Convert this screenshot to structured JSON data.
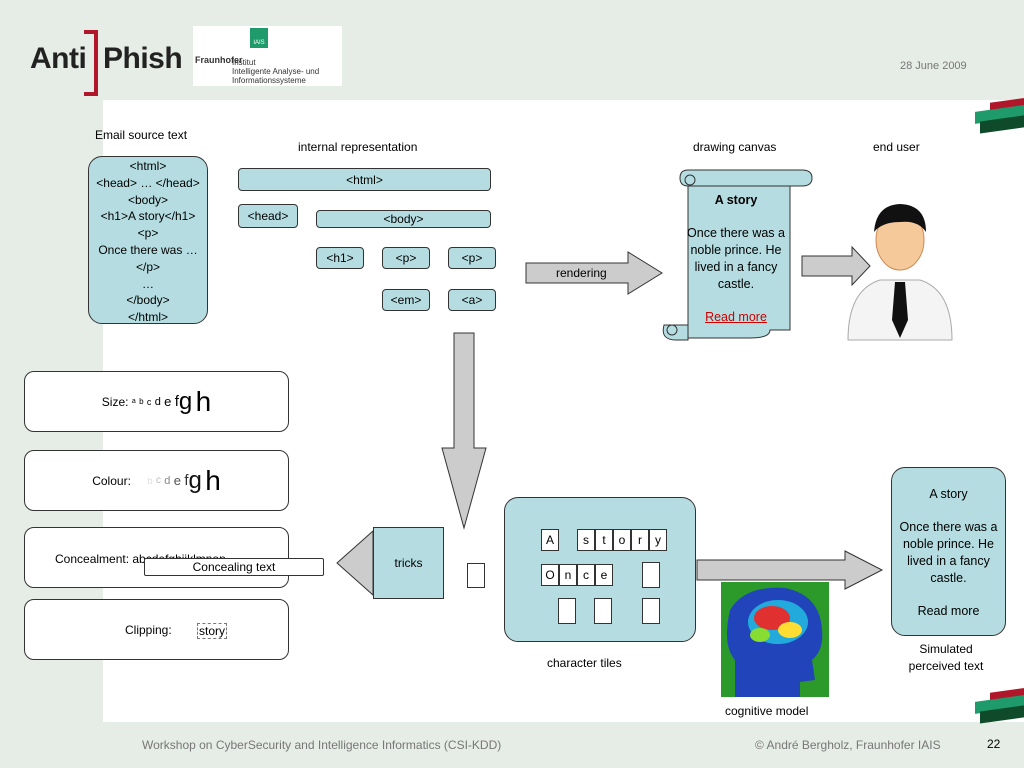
{
  "header": {
    "logo_anti": "Anti",
    "logo_phish": "Phish",
    "fraunhofer_name": "Fraunhofer",
    "fraunhofer_iais": "IAIS",
    "fraunhofer_line1": "Institut",
    "fraunhofer_line2": "Intelligente Analyse- und",
    "fraunhofer_line3": "Informationssysteme",
    "date": "28 June 2009"
  },
  "colors": {
    "teal_fill": "#b5dde1",
    "arrow_gray": "#cccccc",
    "accent_red": "#b0172b",
    "accent_green": "#1f9a6a"
  },
  "email_source": {
    "label": "Email source text",
    "lines": [
      "<html>",
      "<head> … </head>",
      "<body>",
      "<h1>A story</h1>",
      "<p>",
      "Once there was …",
      "</p>",
      "…",
      "</body>",
      "</html>"
    ]
  },
  "internal": {
    "label": "internal representation",
    "html": "<html>",
    "head": "<head>",
    "body": "<body>",
    "h1": "<h1>",
    "p1": "<p>",
    "p2": "<p>",
    "em": "<em>",
    "a": "<a>"
  },
  "rendering_label": "rendering",
  "canvas": {
    "label": "drawing canvas",
    "title": "A story",
    "text": "Once there was a noble prince. He lived in a fancy castle.",
    "link": "Read more"
  },
  "end_user_label": "end user",
  "tricks": {
    "label": "tricks",
    "size_label": "Size:",
    "size_chars": [
      "a",
      "b",
      "c",
      "d",
      "e",
      "f",
      "g",
      "h"
    ],
    "colour_label": "Colour:",
    "colour_chars": [
      "b",
      "c",
      "d",
      "e",
      "f",
      "g",
      "h"
    ],
    "concealment_label": "Concealment: abcdefghijklmnop",
    "concealing_text": "Concealing text",
    "clipping_label": "Clipping:",
    "clipping_text": "story"
  },
  "tiles": {
    "label": "character tiles",
    "row1": [
      "A",
      "s",
      "t",
      "o",
      "r",
      "y"
    ],
    "row2": [
      "O",
      "n",
      "c",
      "e"
    ]
  },
  "cognitive_label": "cognitive model",
  "perceived": {
    "title": "A story",
    "text": "Once there was a noble prince. He lived in a fancy castle.",
    "link": "Read more",
    "label": "Simulated perceived text"
  },
  "footer": {
    "left": "Workshop on CyberSecurity and Intelligence Informatics (CSI-KDD)",
    "right": "© André Bergholz, Fraunhofer IAIS",
    "page": "22"
  }
}
